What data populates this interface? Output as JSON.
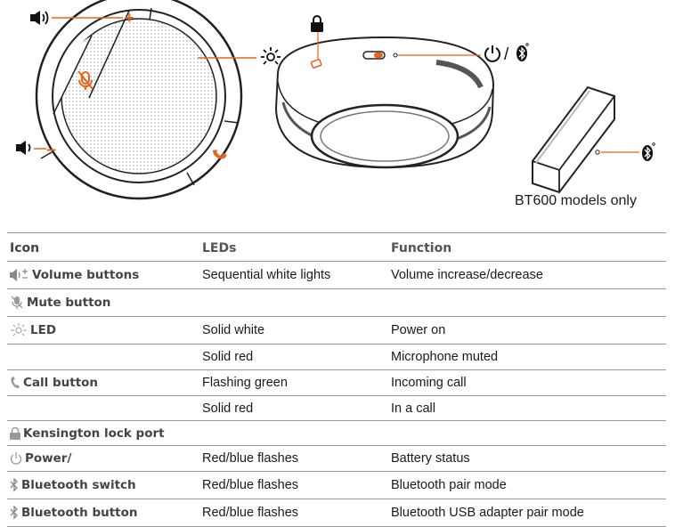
{
  "figure": {
    "caption": "BT600 models only",
    "labels": {
      "volume_up": "+",
      "volume_down": "–",
      "power_bt_separator": "/"
    },
    "icons": [
      "volume-icon",
      "mute-icon",
      "led-icon",
      "call-icon",
      "lock-icon",
      "power-icon",
      "bluetooth-icon"
    ],
    "accent_color": "#e8631c"
  },
  "table": {
    "headers": [
      "Icon",
      "LEDs",
      "Function"
    ],
    "rows": [
      {
        "icon": "volume-icon",
        "label": "Volume buttons",
        "leds": "Sequential white lights",
        "function": "Volume increase/decrease"
      },
      {
        "icon": "mute-icon",
        "label": "Mute button",
        "leds": "",
        "function": ""
      },
      {
        "icon": "led-icon",
        "label": "LED",
        "leds": "Solid white",
        "function": "Power on"
      },
      {
        "icon": "",
        "label": "",
        "leds": "Solid red",
        "function": "Microphone muted"
      },
      {
        "icon": "call-icon",
        "label": "Call button",
        "leds": "Flashing green",
        "function": "Incoming call"
      },
      {
        "icon": "",
        "label": "",
        "leds": "Solid red",
        "function": "In a call"
      },
      {
        "icon": "lock-icon",
        "label": "Kensington lock port",
        "leds": "",
        "function": ""
      },
      {
        "icon": "power-icon",
        "label": "Power/",
        "leds": "Red/blue flashes",
        "function": "Battery status"
      },
      {
        "icon": "bluetooth-icon",
        "label": "Bluetooth switch",
        "leds": "Red/blue flashes",
        "function": "Bluetooth pair mode"
      },
      {
        "icon": "bluetooth-icon",
        "label": "Bluetooth button",
        "leds": "Red/blue flashes",
        "function": "Bluetooth USB adapter pair mode"
      }
    ]
  }
}
